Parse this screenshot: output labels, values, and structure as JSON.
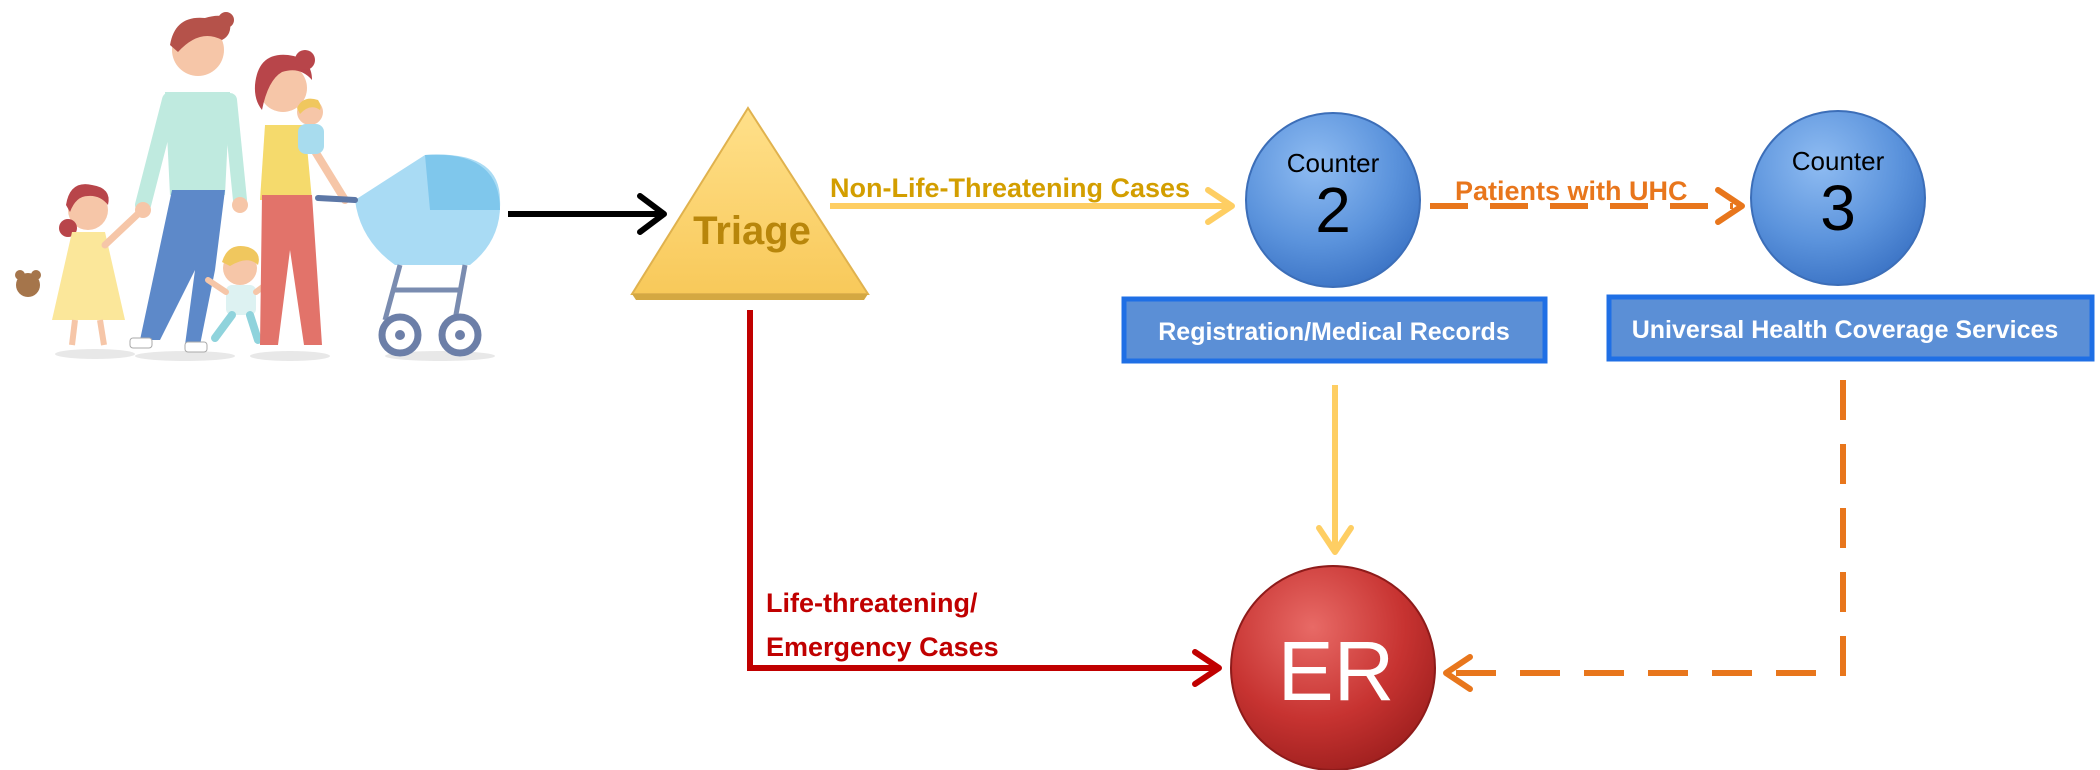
{
  "diagram": {
    "nodes": {
      "triage": {
        "label": "Triage"
      },
      "counter2": {
        "caption": "Counter",
        "number": "2"
      },
      "counter3": {
        "caption": "Counter",
        "number": "3"
      },
      "er": {
        "label": "ER"
      },
      "registration": {
        "label": "Registration/Medical Records"
      },
      "uhc_services": {
        "label": "Universal Health Coverage Services"
      }
    },
    "edges": {
      "family_to_triage": {
        "label": ""
      },
      "non_life_threatening": {
        "label": "Non-Life-Threatening Cases"
      },
      "patients_with_uhc": {
        "label": "Patients with UHC"
      },
      "emergency": {
        "label_line1": "Life-threatening/",
        "label_line2": "Emergency Cases"
      },
      "registration_to_er": {
        "label": ""
      },
      "uhc_to_er": {
        "label": ""
      }
    },
    "icons": {
      "family": "family-with-stroller-icon"
    },
    "colors": {
      "triage_fill": "#FCD56A",
      "triage_text": "#B8860B",
      "non_life_arrow": "#FECE63",
      "non_life_text": "#D39E00",
      "uhc_arrow": "#E8761C",
      "emergency": "#C00000",
      "counter_fill": "#5B93DC",
      "box_fill": "#5B8FD6",
      "box_border": "#1F6FE5",
      "er_fill": "#C73331",
      "black_arrow": "#000000"
    }
  }
}
